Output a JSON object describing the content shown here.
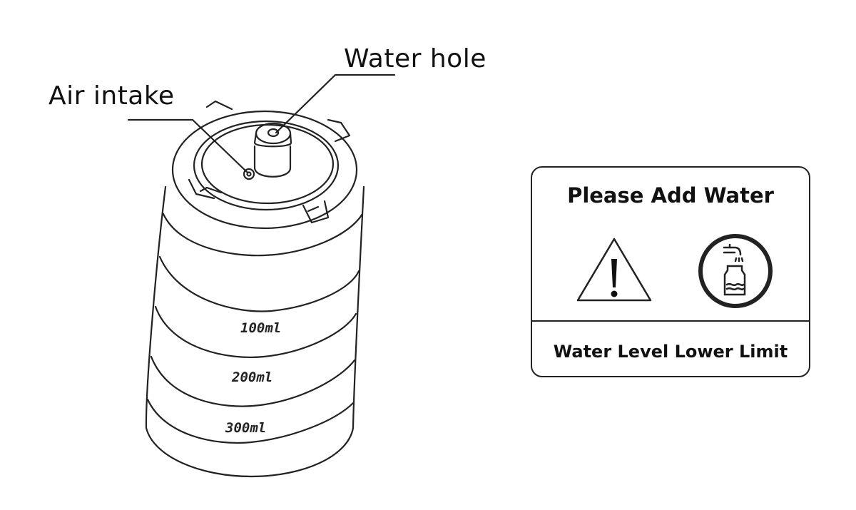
{
  "callouts": {
    "water_hole": "Water hole",
    "air_intake": "Air intake"
  },
  "scale_marks": [
    "100ml",
    "200ml",
    "300ml"
  ],
  "panel": {
    "title": "Please Add Water",
    "footer": "Water Level Lower Limit",
    "icons": [
      "warning-triangle-icon",
      "tap-and-bottle-icon"
    ]
  },
  "colors": {
    "ink": "#222222",
    "background": "#ffffff"
  }
}
